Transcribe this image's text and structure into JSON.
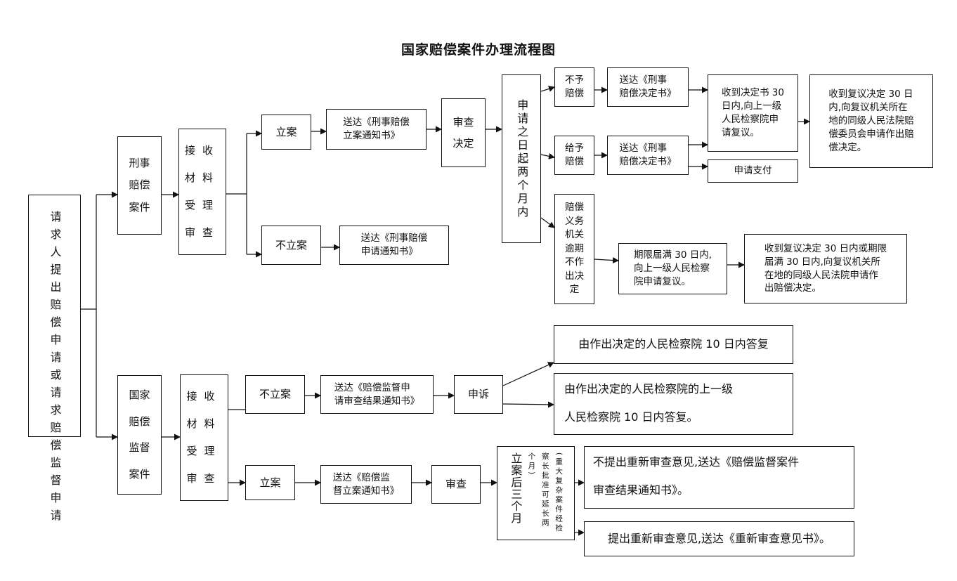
{
  "title": "国家赔偿案件办理流程图",
  "nodes": {
    "start": "请求人提出赔偿申请或请求赔偿监督申请",
    "criminal_case": "刑事\n赔偿\n案件",
    "receive_review_1": "接收\n材料\n受理\n审查",
    "file_case_1": "立案",
    "notice_file_1": "送达《刑事赔偿\n立案通知书》",
    "no_file_case_1": "不立案",
    "notice_no_file_1": "送达《刑事赔偿\n申请通知书》",
    "review_decide": "审查\n决定",
    "within_two_months": "申请之日起两个月内",
    "no_compensation": "不予\n赔偿",
    "notice_decision_1": "送达《刑事\n赔偿决定书》",
    "give_compensation": "给予\n赔偿",
    "notice_decision_2": "送达《刑事\n赔偿决定书》",
    "reconsider_30": "收到决定书 30\n日内,向上一级\n人民检察院申\n请复议。",
    "court_30": "收到复议决定 30 日\n内,向复议机关所在\n地的同级人民法院赔\n偿委员会申请作出赔\n偿决定。",
    "apply_payment": "申请支付",
    "overdue": "赔偿\n义务\n机关\n逾期\n不作\n出决\n定",
    "overdue_reconsider": "期限届满 30 日内,\n向上一级人民检察\n院申请复议。",
    "overdue_court": "收到复议决定 30 日内或期限\n届满 30 日内,向复议机关所\n在地的同级人民法院申请作\n出赔偿决定。",
    "supervision_case": "国家\n赔偿\n监督\n案件",
    "receive_review_2": "接收\n材料\n受理\n审查",
    "no_file_case_2": "不立案",
    "notice_no_file_2": "送达《赔偿监督申\n请审查结果通知书》",
    "appeal": "申诉",
    "reply_10": "由作出决定的人民检察院 10 日内答复",
    "reply_upper_10": "由作出决定的人民检察院的上一级\n\n人民检察院 10 日内答复。",
    "file_case_2": "立案",
    "notice_file_2": "送达《赔偿监\n督立案通知书》",
    "review_2": "审查",
    "three_months": "立案后三个月",
    "extend_note": "(重大复杂案件经检察长批准可延长两个月)",
    "no_re_review": "不提出重新审查意见,送达《赔偿监督案件\n\n审查结果通知书》。",
    "re_review": "提出重新审查意见,送达《重新审查意见书》。"
  }
}
